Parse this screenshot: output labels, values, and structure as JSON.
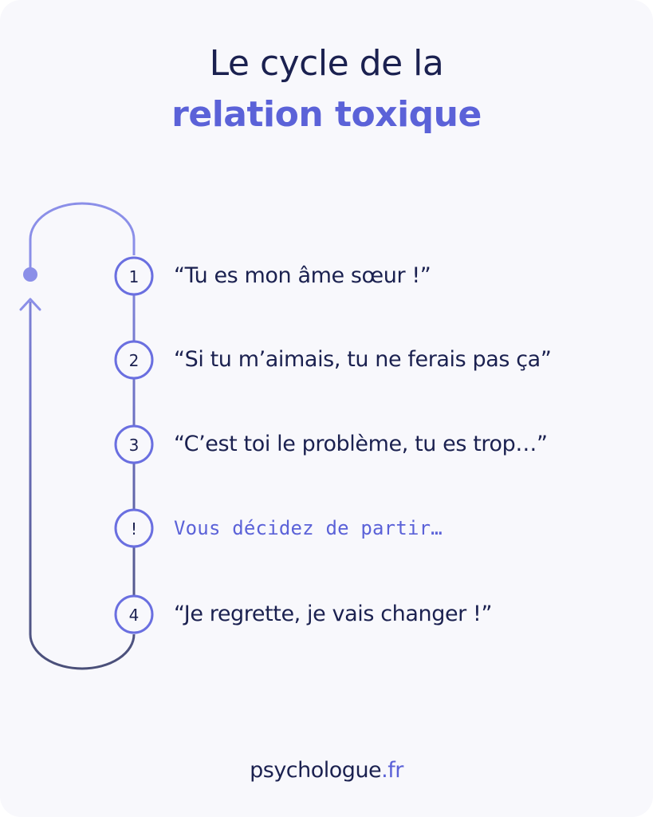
{
  "title": {
    "line1": "Le cycle de la",
    "line2": "relation toxique"
  },
  "steps": [
    {
      "marker": "1",
      "text": "“Tu es mon âme sœur !”",
      "style": "quote"
    },
    {
      "marker": "2",
      "text": "“Si tu m’aimais, tu ne ferais pas ça”",
      "style": "quote"
    },
    {
      "marker": "3",
      "text": "“C’est toi le problème, tu es trop…”",
      "style": "quote"
    },
    {
      "marker": "!",
      "text": "Vous décidez de partir…",
      "style": "action"
    },
    {
      "marker": "4",
      "text": "“Je regrette, je vais changer !”",
      "style": "quote"
    }
  ],
  "brand": {
    "name": "psychologue",
    "suffix": ".fr"
  },
  "colors": {
    "navy": "#1b2150",
    "accent": "#5b62d8",
    "light_accent": "#8b8fe8",
    "background": "#f8f8fc"
  }
}
